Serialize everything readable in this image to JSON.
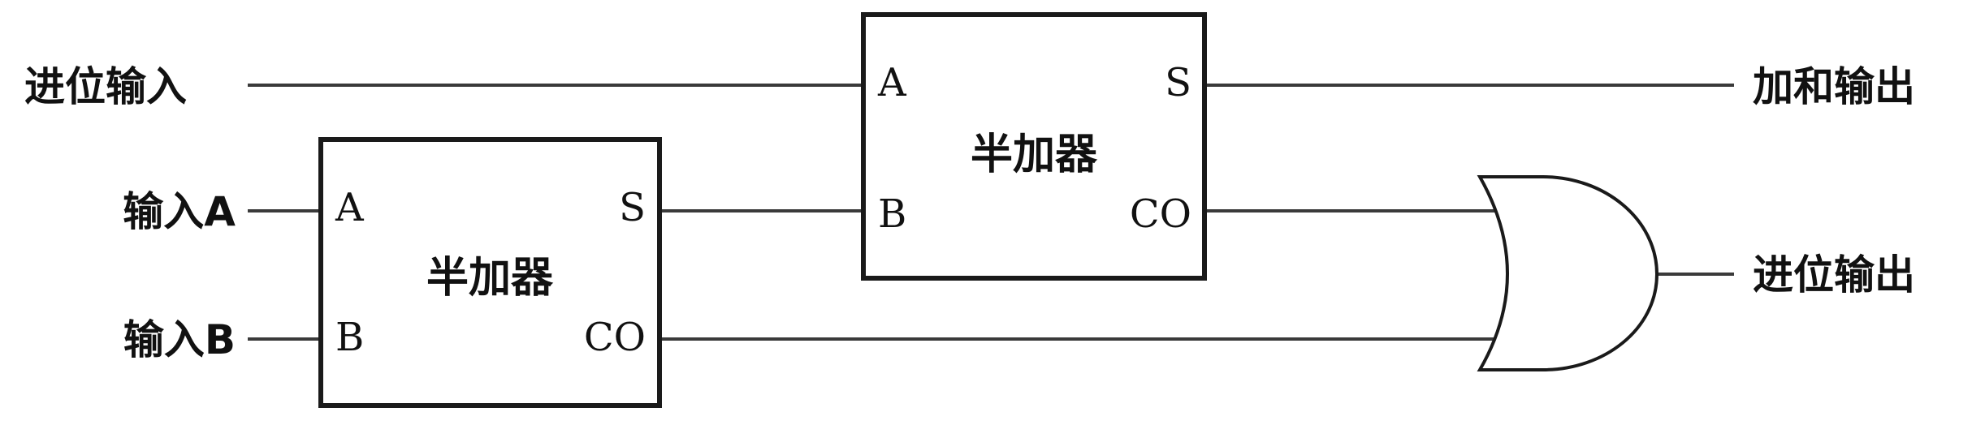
{
  "inputs": {
    "carry_in": "进位输入",
    "input_a": "输入A",
    "input_b": "输入B"
  },
  "outputs": {
    "sum_out": "加和输出",
    "carry_out": "进位输出"
  },
  "half_adder_1": {
    "title": "半加器",
    "pin_a": "A",
    "pin_b": "B",
    "pin_s": "S",
    "pin_co": "CO"
  },
  "half_adder_2": {
    "title": "半加器",
    "pin_a": "A",
    "pin_b": "B",
    "pin_s": "S",
    "pin_co": "CO"
  }
}
